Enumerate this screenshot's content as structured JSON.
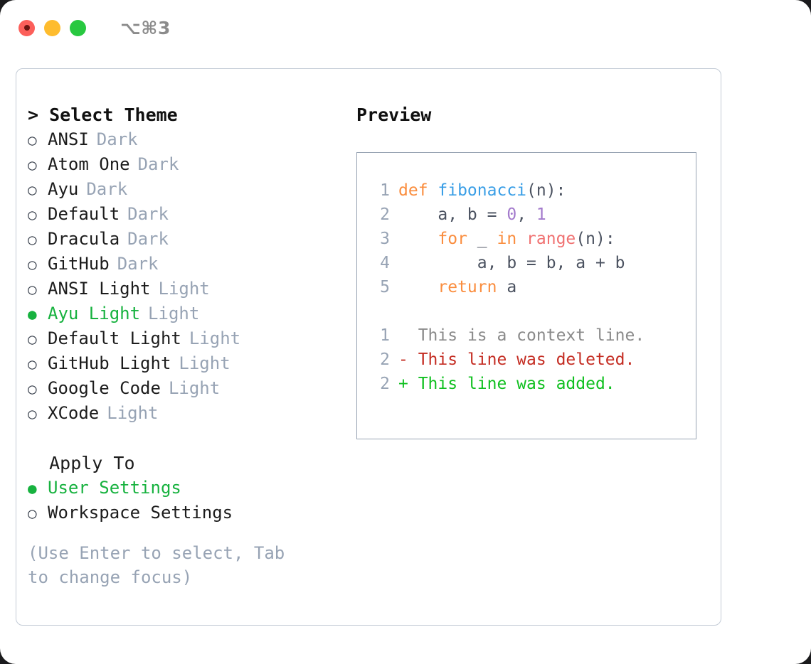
{
  "titlebar": {
    "shortcut": "⌥⌘3",
    "lights": [
      {
        "name": "close",
        "color": "#fc5f5a"
      },
      {
        "name": "minimize",
        "color": "#febc2e"
      },
      {
        "name": "maximize",
        "color": "#28c840"
      }
    ]
  },
  "left": {
    "header": "> Select Theme",
    "themes": [
      {
        "marker": "○",
        "label": "ANSI",
        "tag": "Dark",
        "selected": false
      },
      {
        "marker": "○",
        "label": "Atom One",
        "tag": "Dark",
        "selected": false
      },
      {
        "marker": "○",
        "label": "Ayu",
        "tag": "Dark",
        "selected": false
      },
      {
        "marker": "○",
        "label": "Default",
        "tag": "Dark",
        "selected": false
      },
      {
        "marker": "○",
        "label": "Dracula",
        "tag": "Dark",
        "selected": false
      },
      {
        "marker": "○",
        "label": "GitHub",
        "tag": "Dark",
        "selected": false
      },
      {
        "marker": "○",
        "label": "ANSI Light",
        "tag": "Light",
        "selected": false
      },
      {
        "marker": "●",
        "label": "Ayu Light",
        "tag": "Light",
        "selected": true
      },
      {
        "marker": "○",
        "label": "Default Light",
        "tag": "Light",
        "selected": false
      },
      {
        "marker": "○",
        "label": "GitHub Light",
        "tag": "Light",
        "selected": false
      },
      {
        "marker": "○",
        "label": "Google Code",
        "tag": "Light",
        "selected": false
      },
      {
        "marker": "○",
        "label": "XCode",
        "tag": "Light",
        "selected": false
      }
    ],
    "apply_header": "  Apply To",
    "apply_options": [
      {
        "marker": "●",
        "label": "User Settings",
        "selected": true
      },
      {
        "marker": "○",
        "label": "Workspace Settings",
        "selected": false
      }
    ],
    "hint": "(Use Enter to select, Tab to change focus)"
  },
  "right": {
    "header": "Preview",
    "code_lines": [
      {
        "lineno": "1",
        "tokens": [
          {
            "text": "def ",
            "cls": "tok-kw"
          },
          {
            "text": "fibonacci",
            "cls": "tok-fn"
          },
          {
            "text": "(n):",
            "cls": "tok-pl"
          }
        ]
      },
      {
        "lineno": "2",
        "tokens": [
          {
            "text": "    a, b = ",
            "cls": "tok-pl"
          },
          {
            "text": "0",
            "cls": "tok-num"
          },
          {
            "text": ", ",
            "cls": "tok-pl"
          },
          {
            "text": "1",
            "cls": "tok-num"
          }
        ]
      },
      {
        "lineno": "3",
        "tokens": [
          {
            "text": "    ",
            "cls": "tok-pl"
          },
          {
            "text": "for",
            "cls": "tok-kw"
          },
          {
            "text": " _ ",
            "cls": "tok-pl"
          },
          {
            "text": "in",
            "cls": "tok-kw"
          },
          {
            "text": " ",
            "cls": "tok-pl"
          },
          {
            "text": "range",
            "cls": "tok-call"
          },
          {
            "text": "(n):",
            "cls": "tok-pl"
          }
        ]
      },
      {
        "lineno": "4",
        "tokens": [
          {
            "text": "        a, b = b, a + b",
            "cls": "tok-pl"
          }
        ]
      },
      {
        "lineno": "5",
        "tokens": [
          {
            "text": "    ",
            "cls": "tok-pl"
          },
          {
            "text": "return",
            "cls": "tok-kw"
          },
          {
            "text": " a",
            "cls": "tok-pl"
          }
        ]
      }
    ],
    "diff_lines": [
      {
        "lineno": "1",
        "sign": "  ",
        "text": "This is a context line.",
        "kind": "diff-ctx"
      },
      {
        "lineno": "2",
        "sign": "- ",
        "text": "This line was deleted.",
        "kind": "diff-del"
      },
      {
        "lineno": "2",
        "sign": "+ ",
        "text": "This line was added.",
        "kind": "diff-add"
      }
    ]
  },
  "colors": {
    "accent_selected": "#17b23f",
    "muted_text": "#97a3b4",
    "panel_border": "#c3cbd6",
    "preview_border": "#98a4b3",
    "kw": "#fa8d3e",
    "fn": "#399ee6",
    "num": "#a37acc",
    "call": "#f07171",
    "diff_added": "#10c020",
    "diff_deleted": "#c42c22"
  }
}
